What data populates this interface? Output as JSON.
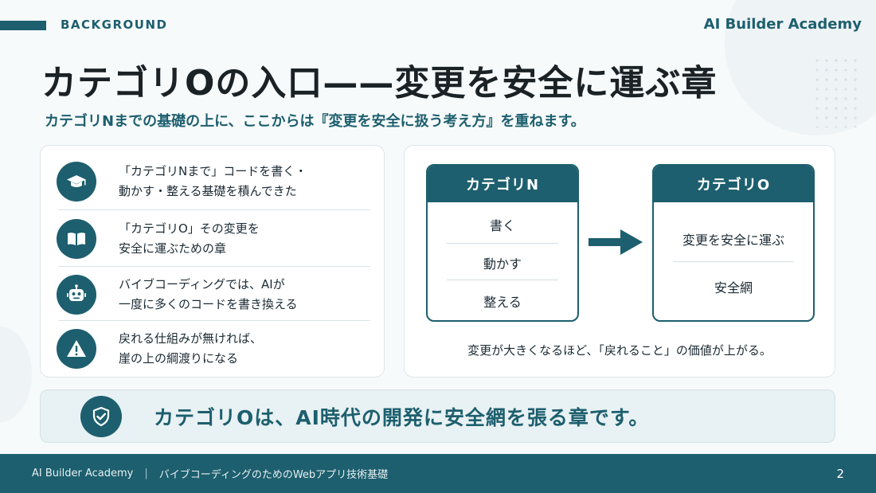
{
  "header": {
    "section_label": "BACKGROUND",
    "brand": "AI Builder Academy"
  },
  "title": "カテゴリOの入口——変更を安全に運ぶ章",
  "subtitle": "カテゴリNまでの基礎の上に、ここからは『変更を安全に扱う考え方』を重ねます。",
  "left_items": [
    {
      "icon": "graduation-cap-icon",
      "line1": "「カテゴリNまで」コードを書く・",
      "line2": "動かす・整える基礎を積んできた"
    },
    {
      "icon": "book-icon",
      "line1": "「カテゴリO」その変更を",
      "line2": "安全に運ぶための章"
    },
    {
      "icon": "robot-icon",
      "line1": "バイブコーディングでは、AIが",
      "line2": "一度に多くのコードを書き換える"
    },
    {
      "icon": "warning-icon",
      "line1": "戻れる仕組みが無ければ、",
      "line2": "崖の上の綱渡りになる"
    }
  ],
  "diagram": {
    "box_n": {
      "title": "カテゴリN",
      "rows": [
        "書く",
        "動かす",
        "整える"
      ]
    },
    "box_o": {
      "title": "カテゴリO",
      "rows": [
        "変更を安全に運ぶ",
        "安全網"
      ]
    },
    "caption": "変更が大きくなるほど、「戻れること」の価値が上がる。"
  },
  "banner": {
    "icon": "shield-check-icon",
    "text": "カテゴリOは、AI時代の開発に安全網を張る章です。"
  },
  "footer": {
    "brand": "AI Builder Academy",
    "separator": "|",
    "course": "バイブコーディングのためのWebアプリ技術基礎",
    "page": "2"
  },
  "colors": {
    "accent": "#1d5f6e",
    "background": "#f7fafb",
    "banner_bg": "#e8f1f3"
  }
}
